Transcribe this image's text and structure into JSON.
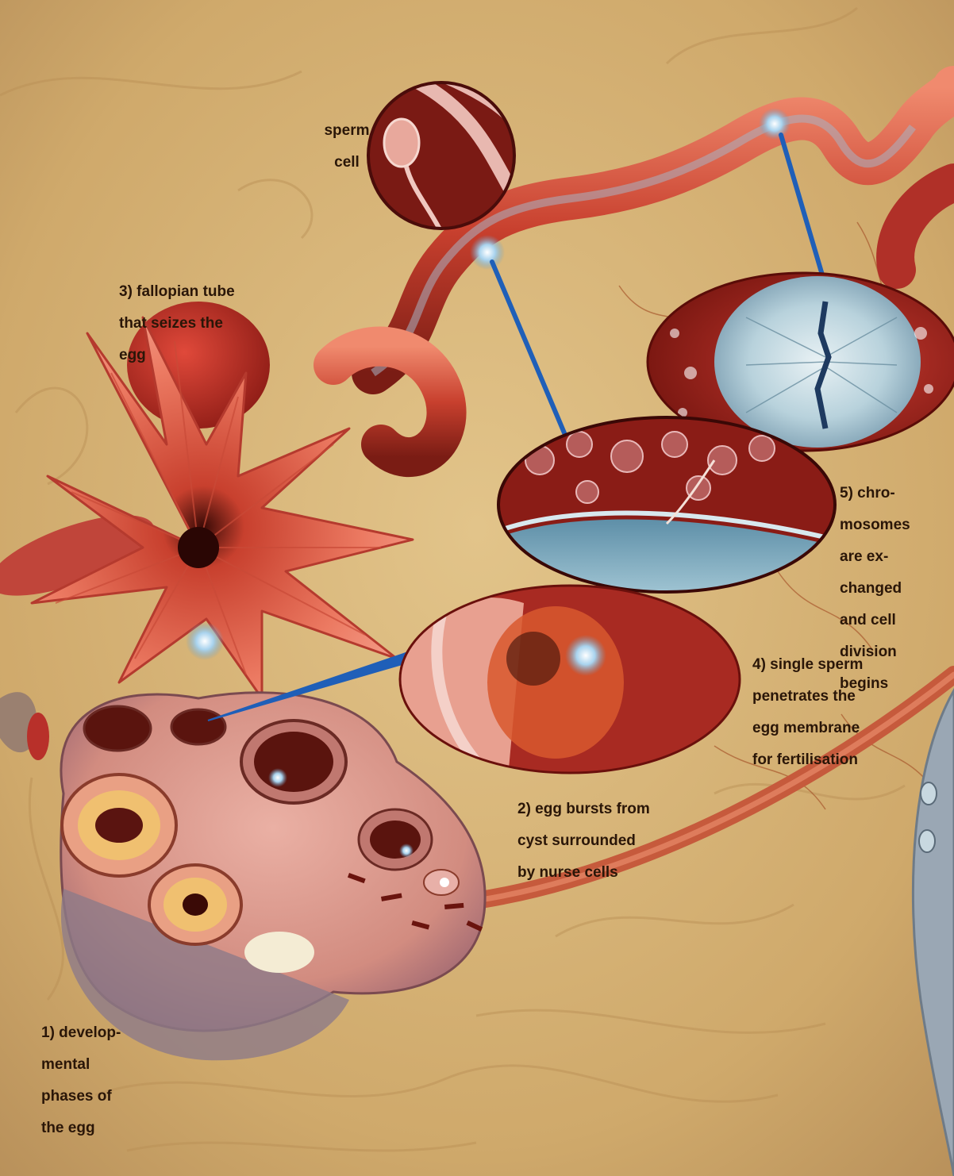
{
  "labels": {
    "sperm_cell": [
      "sperm",
      "cell"
    ],
    "fallopian_tube": [
      "3) fallopian tube",
      "that seizes the",
      "egg"
    ],
    "chromosomes": [
      "5) chro-",
      "mosomes",
      "are ex-",
      "changed",
      "and cell",
      "division",
      "begins"
    ],
    "single_sperm": [
      "4) single sperm",
      "penetrates the",
      "egg membrane",
      "for fertilisation"
    ],
    "egg_bursts": [
      "2) egg bursts from",
      "cyst surrounded",
      "by nurse cells"
    ],
    "developmental": [
      "1) develop-",
      "mental",
      "phases of",
      "the egg"
    ]
  },
  "colors": {
    "background": "#d8b67a",
    "tissue_red": "#b8302a",
    "tissue_pink": "#e07a6a",
    "ovary_pink": "#d9968c",
    "pointer_blue": "#1f5fb8",
    "label_text": "#2a1608"
  }
}
